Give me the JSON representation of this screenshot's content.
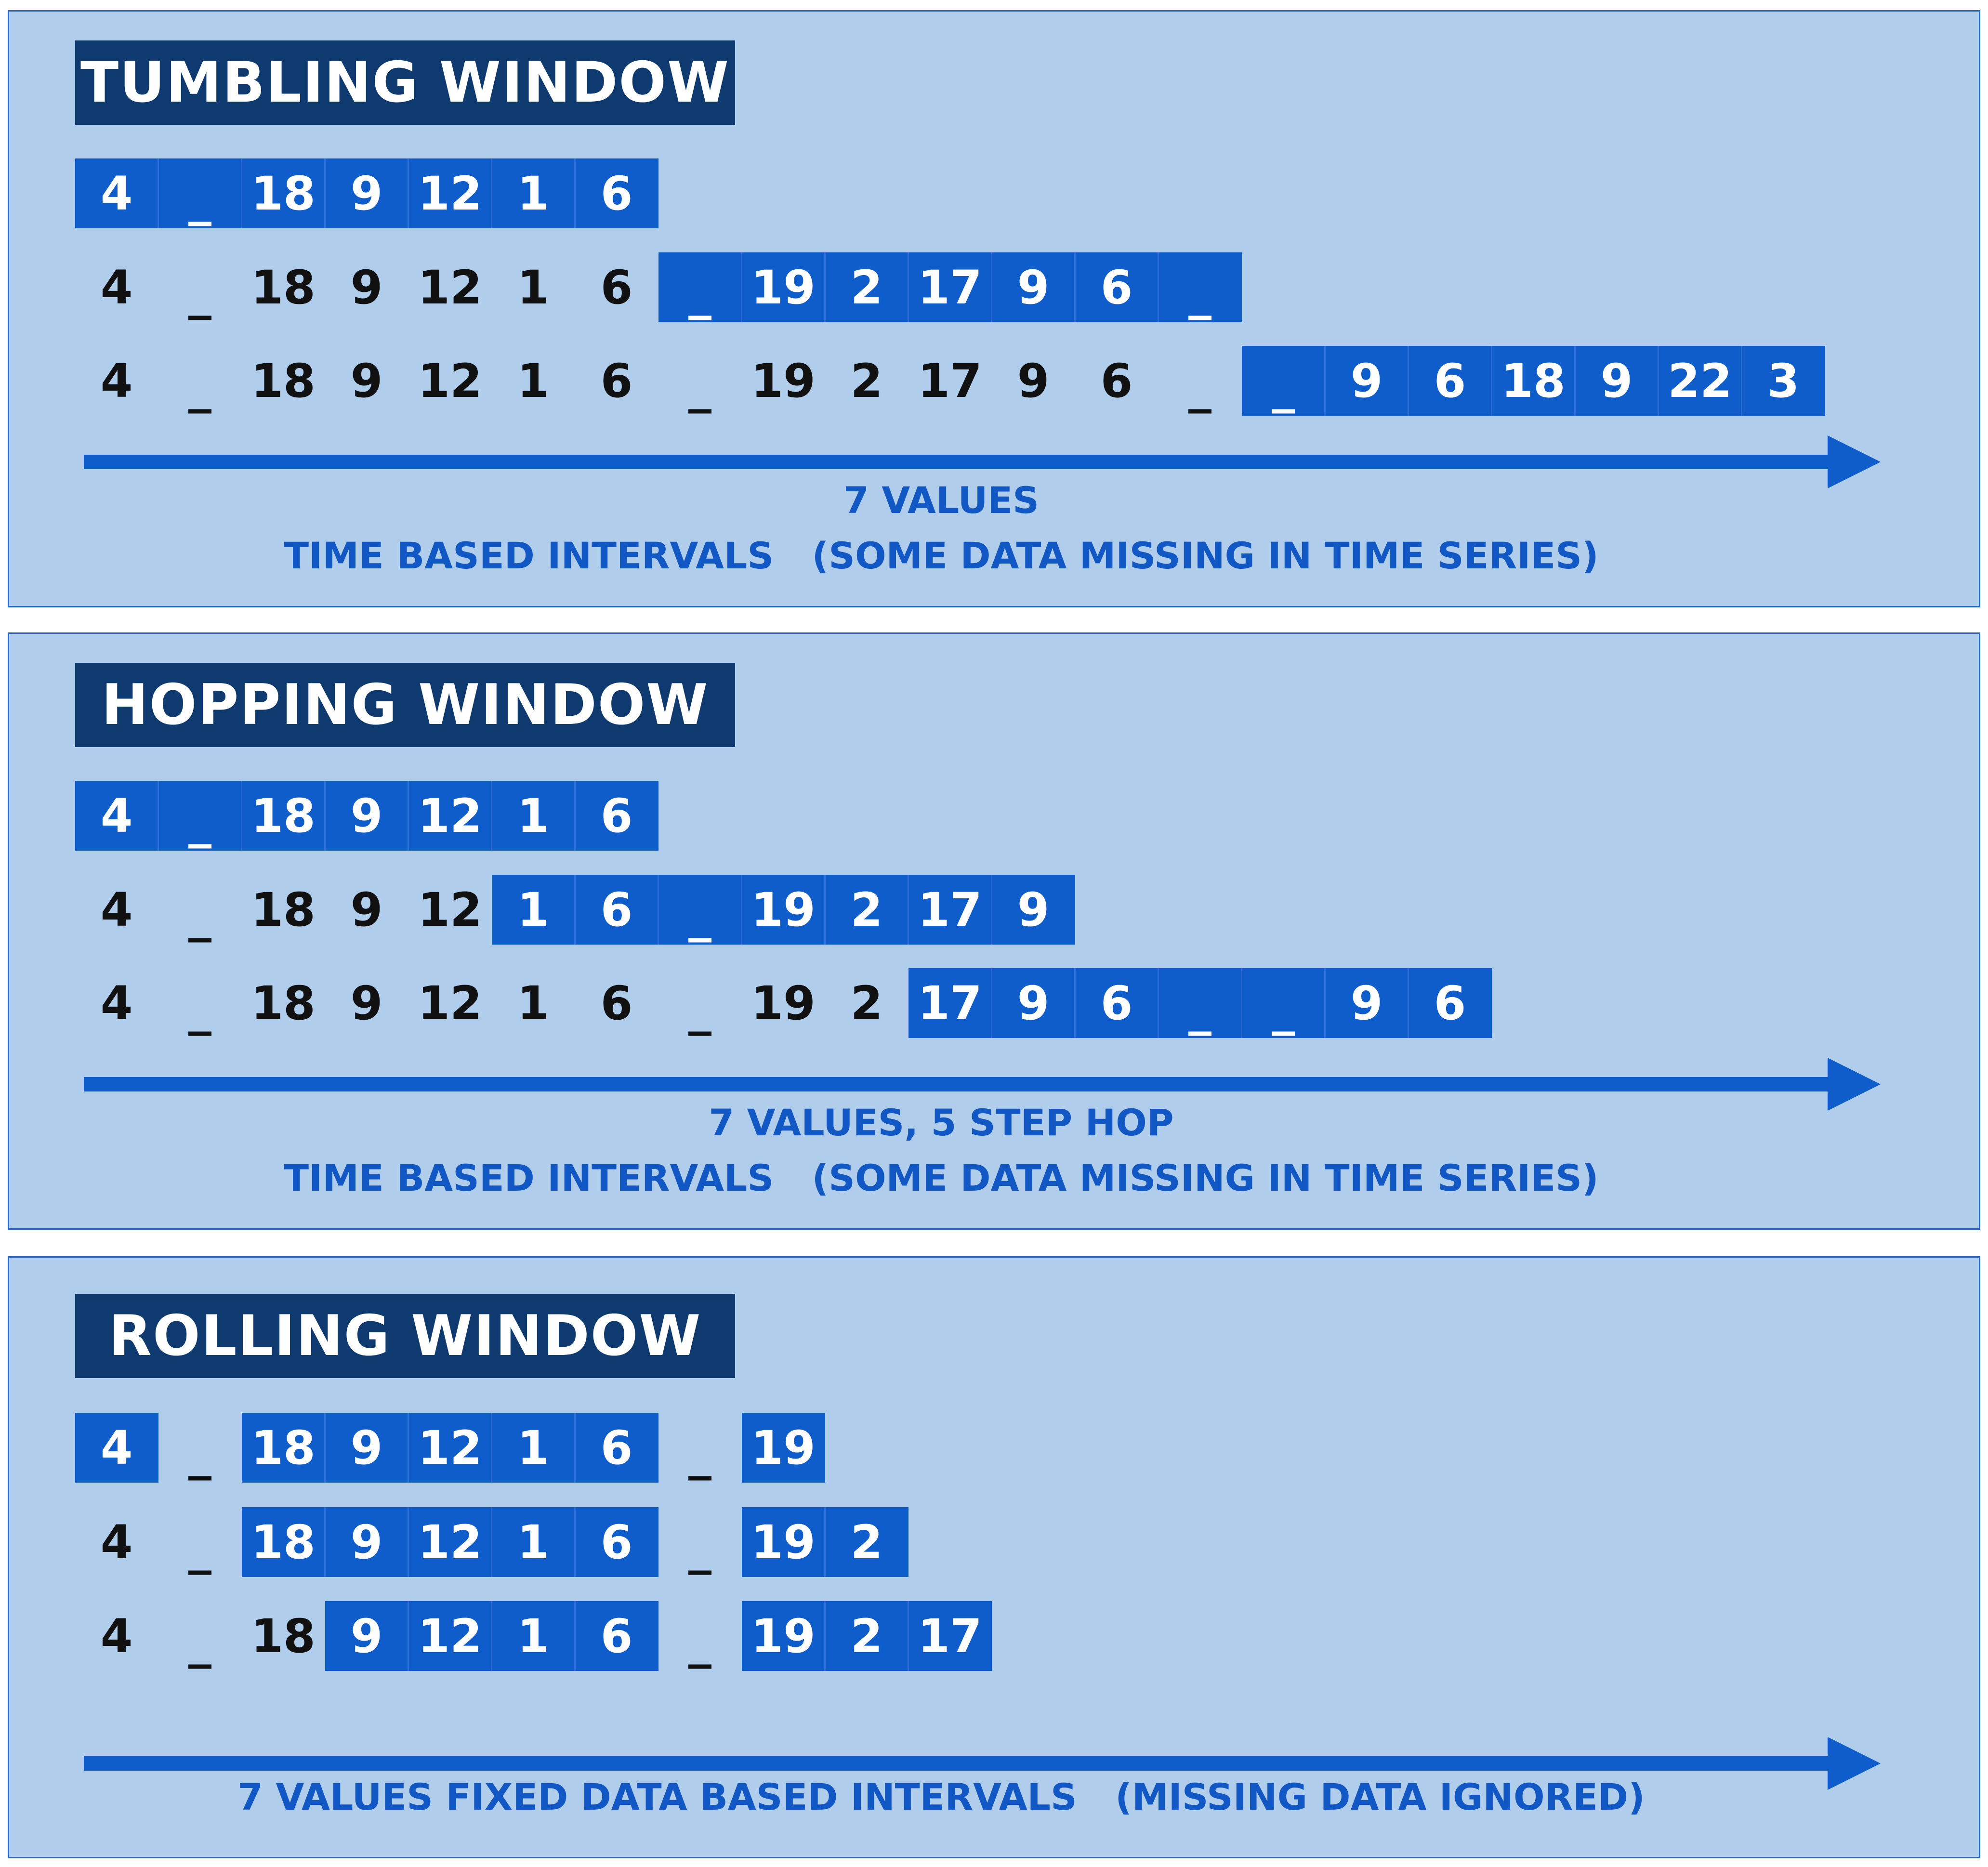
{
  "colors": {
    "panel_bg": "#b0cdec",
    "title_bg": "#0e3a70",
    "highlight": "#0f5ccb",
    "value_text": "#111111",
    "caption_text": "#1258c4"
  },
  "panels": [
    {
      "title": "TUMBLING WINDOW",
      "rows": [
        {
          "values": [
            "4",
            "_",
            "18",
            "9",
            "12",
            "1",
            "6"
          ],
          "highlight": [
            0,
            6
          ]
        },
        {
          "values": [
            "4",
            "_",
            "18",
            "9",
            "12",
            "1",
            "6",
            "_",
            "19",
            "2",
            "17",
            "9",
            "6",
            "_"
          ],
          "highlight": [
            7,
            13
          ]
        },
        {
          "values": [
            "4",
            "_",
            "18",
            "9",
            "12",
            "1",
            "6",
            "_",
            "19",
            "2",
            "17",
            "9",
            "6",
            "_",
            "_",
            "9",
            "6",
            "18",
            "9",
            "22",
            "3"
          ],
          "highlight": [
            14,
            20
          ]
        }
      ],
      "captions": [
        "7 VALUES",
        "TIME BASED INTERVALS   (SOME DATA MISSING IN TIME SERIES)"
      ]
    },
    {
      "title": "HOPPING WINDOW",
      "rows": [
        {
          "values": [
            "4",
            "_",
            "18",
            "9",
            "12",
            "1",
            "6"
          ],
          "highlight": [
            0,
            6
          ]
        },
        {
          "values": [
            "4",
            "_",
            "18",
            "9",
            "12",
            "1",
            "6",
            "_",
            "19",
            "2",
            "17",
            "9"
          ],
          "highlight": [
            5,
            11
          ]
        },
        {
          "values": [
            "4",
            "_",
            "18",
            "9",
            "12",
            "1",
            "6",
            "_",
            "19",
            "2",
            "17",
            "9",
            "6",
            "_",
            "_",
            "9",
            "6"
          ],
          "highlight": [
            10,
            16
          ]
        }
      ],
      "captions": [
        "7 VALUES, 5 STEP HOP",
        "TIME BASED INTERVALS   (SOME DATA MISSING IN TIME SERIES)"
      ]
    },
    {
      "title": "ROLLING WINDOW",
      "rows": [
        {
          "values": [
            "4",
            "_",
            "18",
            "9",
            "12",
            "1",
            "6",
            "_",
            "19"
          ],
          "highlight": [
            [
              0,
              0
            ],
            [
              2,
              6
            ],
            [
              8,
              8
            ]
          ]
        },
        {
          "values": [
            "4",
            "_",
            "18",
            "9",
            "12",
            "1",
            "6",
            "_",
            "19",
            "2"
          ],
          "highlight": [
            [
              2,
              6
            ],
            [
              8,
              9
            ]
          ]
        },
        {
          "values": [
            "4",
            "_",
            "18",
            "9",
            "12",
            "1",
            "6",
            "_",
            "19",
            "2",
            "17"
          ],
          "highlight": [
            [
              3,
              6
            ],
            [
              8,
              10
            ]
          ]
        }
      ],
      "captions": [
        "7 VALUES FIXED DATA BASED INTERVALS   (MISSING DATA IGNORED)"
      ]
    }
  ]
}
